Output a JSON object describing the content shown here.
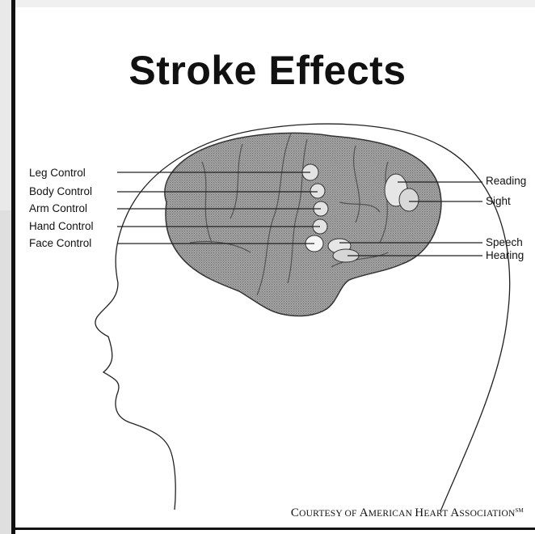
{
  "title": "Stroke Effects",
  "labels_left": [
    "Leg Control",
    "Body Control",
    "Arm Control",
    "Hand Control",
    "Face Control"
  ],
  "labels_right": [
    "Reading",
    "Sight",
    "Speech",
    "Hearing"
  ],
  "courtesy": {
    "prefix_cap": "C",
    "prefix_rest": "OURTESY OF ",
    "word1_cap": "A",
    "word1_rest": "MERICAN ",
    "word2_cap": "H",
    "word2_rest": "EART ",
    "word3_cap": "A",
    "word3_rest": "SSOCIATION",
    "mark": "SM"
  },
  "colors": {
    "brain_fill": "#9a9a9a",
    "line": "#222222",
    "highlight": "#e8e8e8"
  }
}
